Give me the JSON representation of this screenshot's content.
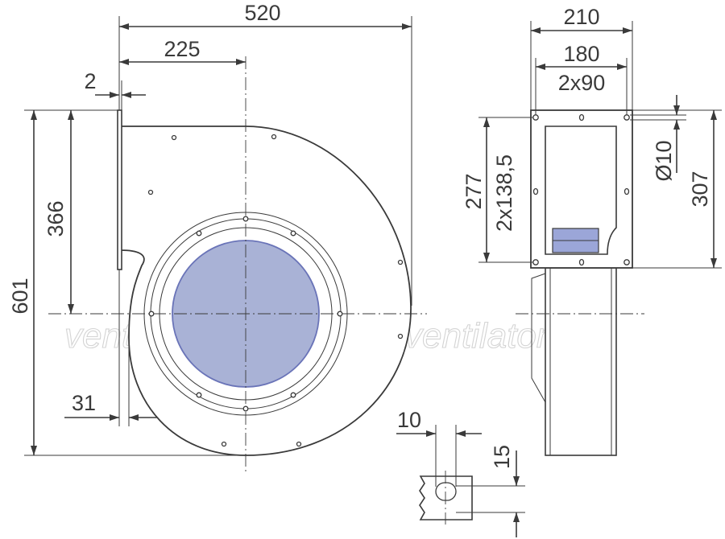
{
  "watermark": "ventilatory.ru",
  "colors": {
    "line": "#3a3a3a",
    "inlet_fill": "#a9b2d6",
    "inlet_stroke": "#6a74b8",
    "motor_fill": "#9ba6d8",
    "watermark": "#d4d4d4"
  },
  "front_view": {
    "width_overall": "520",
    "axis_offset": "225",
    "flange_thickness": "2",
    "height_overall": "601",
    "outlet_height": "366",
    "flange_offset": "31"
  },
  "side_view": {
    "flange_width": "210",
    "hole_span": "180",
    "hole_pitch": "2x90",
    "height_span": "277",
    "height_pitch": "2x138,5",
    "hole_diameter": "Ø10",
    "flange_height": "307"
  },
  "slot_detail": {
    "slot_width": "10",
    "slot_height": "15"
  }
}
